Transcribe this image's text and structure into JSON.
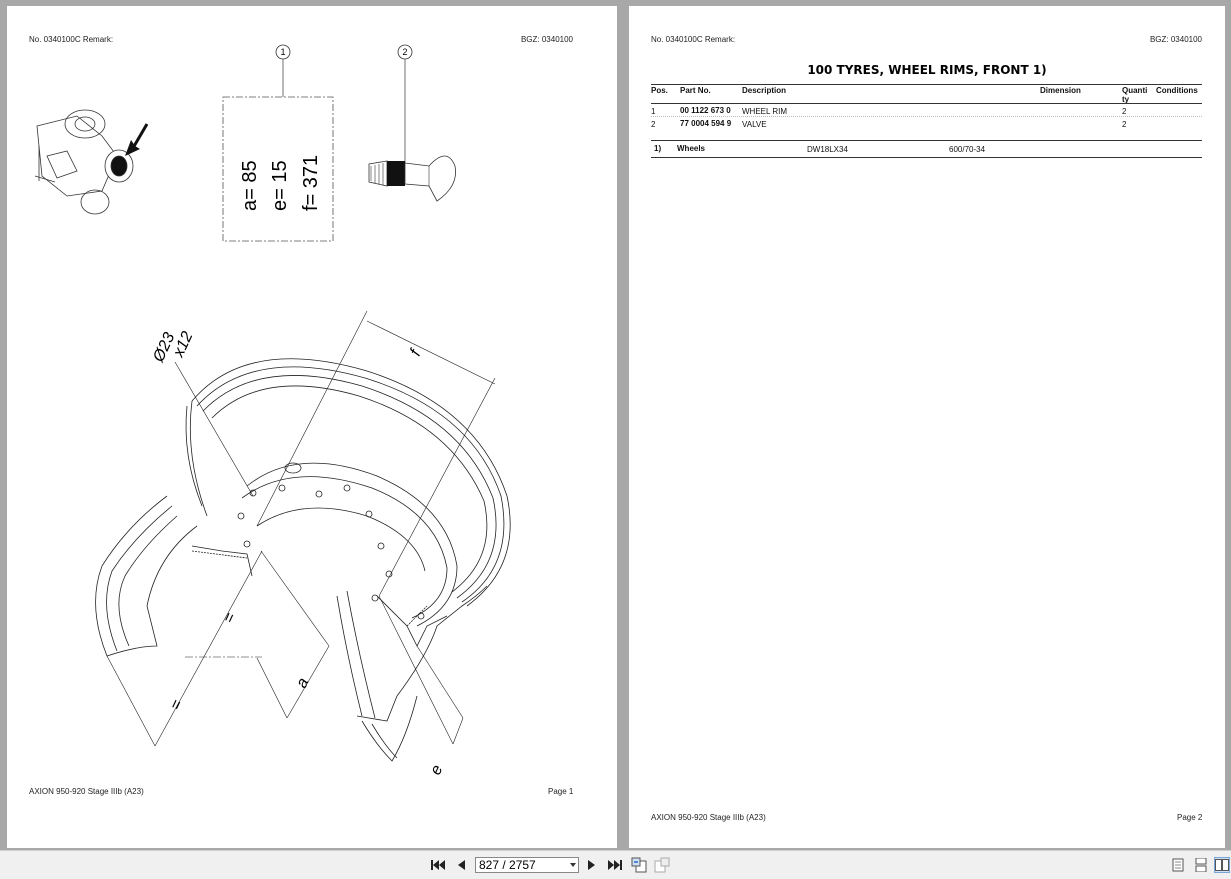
{
  "page1": {
    "header_left": "No. 0340100C   Remark:",
    "header_right": "BGZ: 0340100",
    "footer_left": "AXION 950-920 Stage IIIb (A23)",
    "footer_right": "Page 1",
    "callouts": [
      "1",
      "2"
    ],
    "dimensions": [
      "a=  85",
      "e=  15",
      "f=  371"
    ],
    "drawing_labels": {
      "holes": "Ø23",
      "count": "x12",
      "f": "f",
      "a": "a",
      "e": "e",
      "eq1": "=",
      "eq2": "="
    }
  },
  "page2": {
    "header_left": "No. 0340100C   Remark:",
    "header_right": "BGZ: 0340100",
    "title": "100 TYRES, WHEEL RIMS, FRONT  1)",
    "columns": {
      "pos": "Pos.",
      "part": "Part No.",
      "desc": "Description",
      "dim": "Dimension",
      "qty1": "Quanti",
      "qty2": "ty",
      "cond": "Conditions"
    },
    "rows": [
      {
        "pos": "1",
        "part": "00 1122 673 0",
        "desc": "WHEEL RIM",
        "qty": "2"
      },
      {
        "pos": "2",
        "part": "77 0004 594 9",
        "desc": "VALVE",
        "qty": "2"
      }
    ],
    "note": {
      "ref": "1)",
      "label": "Wheels",
      "code": "DW18LX34",
      "size": "600/70-34"
    },
    "footer_left": "AXION 950-920 Stage IIIb (A23)",
    "footer_right": "Page 2"
  },
  "toolbar": {
    "page_indicator": "827 / 2757"
  },
  "icons": [
    "first-page-icon",
    "prev-page-icon",
    "next-page-icon",
    "last-page-icon",
    "go-back-icon",
    "go-forward-icon",
    "single-page-icon",
    "continuous-icon",
    "two-page-icon"
  ]
}
